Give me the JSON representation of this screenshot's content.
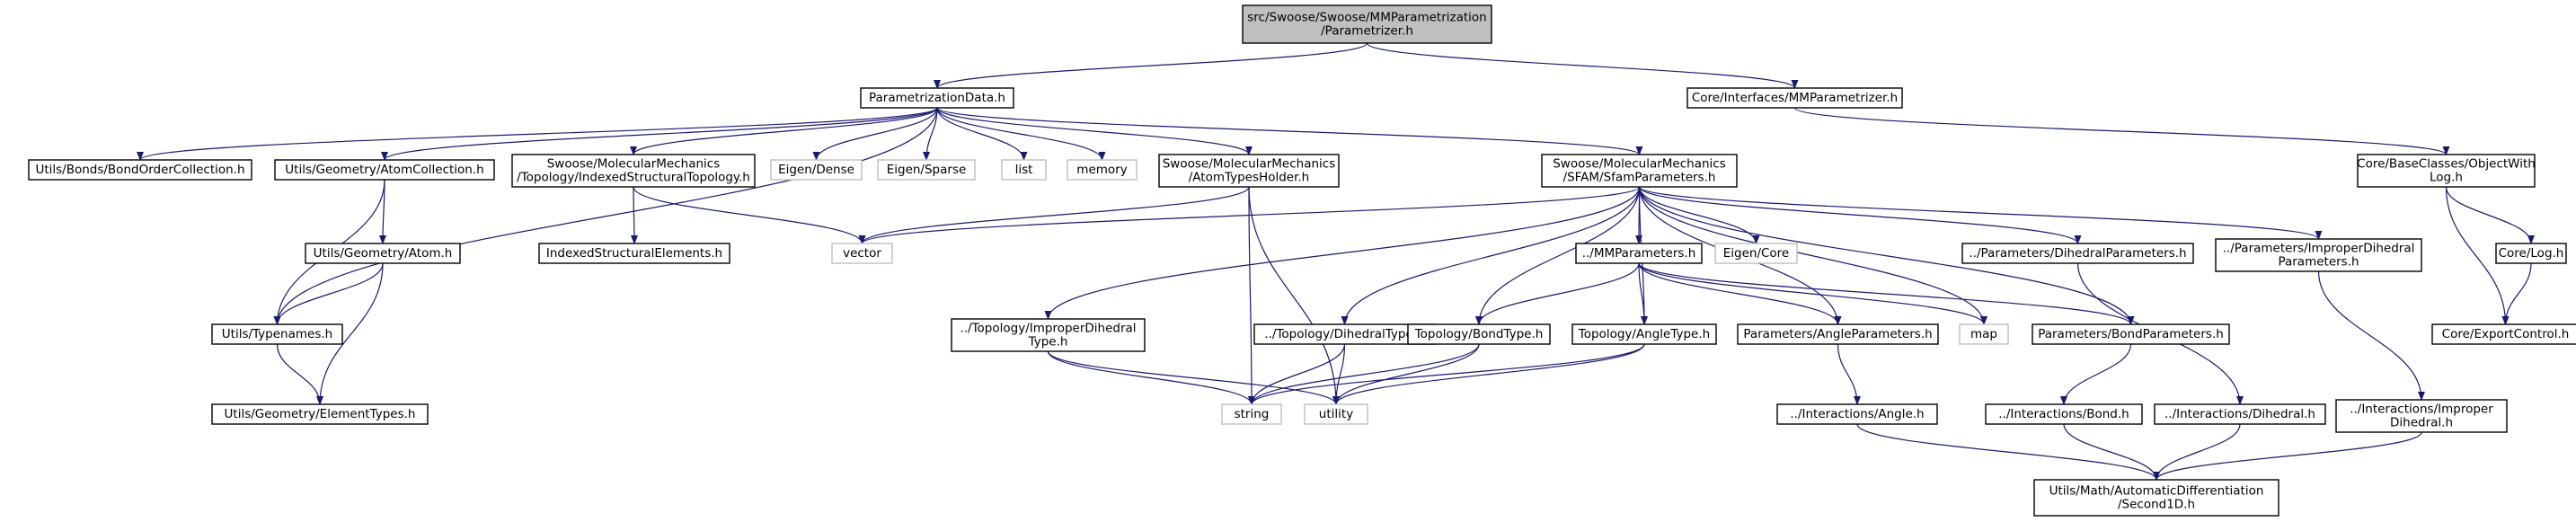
{
  "colors": {
    "edge": "#191970",
    "node_border": "#000000",
    "external_border": "#bfbfbf",
    "root_fill": "#bfbfbf",
    "node_fill": "#ffffff"
  },
  "nodes": [
    {
      "id": "root",
      "lines": [
        "src/Swoose/Swoose/MMParametrization",
        "/Parametrizer.h"
      ],
      "style": "root"
    },
    {
      "id": "pdata",
      "lines": [
        "ParametrizationData.h"
      ],
      "style": "normal"
    },
    {
      "id": "mmparam",
      "lines": [
        "Core/Interfaces/MMParametrizer.h"
      ],
      "style": "normal"
    },
    {
      "id": "bondorder",
      "lines": [
        "Utils/Bonds/BondOrderCollection.h"
      ],
      "style": "normal"
    },
    {
      "id": "atomcoll",
      "lines": [
        "Utils/Geometry/AtomCollection.h"
      ],
      "style": "normal"
    },
    {
      "id": "indexedtopo",
      "lines": [
        "Swoose/MolecularMechanics",
        "/Topology/IndexedStructuralTopology.h"
      ],
      "style": "normal"
    },
    {
      "id": "eigendense",
      "lines": [
        "Eigen/Dense"
      ],
      "style": "external"
    },
    {
      "id": "eigensparse",
      "lines": [
        "Eigen/Sparse"
      ],
      "style": "external"
    },
    {
      "id": "list",
      "lines": [
        "list"
      ],
      "style": "external"
    },
    {
      "id": "memory",
      "lines": [
        "memory"
      ],
      "style": "external"
    },
    {
      "id": "atomtypes",
      "lines": [
        "Swoose/MolecularMechanics",
        "/AtomTypesHolder.h"
      ],
      "style": "normal"
    },
    {
      "id": "sfam",
      "lines": [
        "Swoose/MolecularMechanics",
        "/SFAM/SfamParameters.h"
      ],
      "style": "normal"
    },
    {
      "id": "objwithlog",
      "lines": [
        "Core/BaseClasses/ObjectWith",
        "Log.h"
      ],
      "style": "normal"
    },
    {
      "id": "atom",
      "lines": [
        "Utils/Geometry/Atom.h"
      ],
      "style": "normal"
    },
    {
      "id": "indexedelems",
      "lines": [
        "IndexedStructuralElements.h"
      ],
      "style": "normal"
    },
    {
      "id": "vector",
      "lines": [
        "vector"
      ],
      "style": "external"
    },
    {
      "id": "mmparams",
      "lines": [
        "../MMParameters.h"
      ],
      "style": "normal"
    },
    {
      "id": "eigencore",
      "lines": [
        "Eigen/Core"
      ],
      "style": "external"
    },
    {
      "id": "dihedralparams",
      "lines": [
        "../Parameters/DihedralParameters.h"
      ],
      "style": "normal"
    },
    {
      "id": "improperparams",
      "lines": [
        "../Parameters/ImproperDihedral",
        "Parameters.h"
      ],
      "style": "normal"
    },
    {
      "id": "corelog",
      "lines": [
        "Core/Log.h"
      ],
      "style": "normal"
    },
    {
      "id": "typenames",
      "lines": [
        "Utils/Typenames.h"
      ],
      "style": "normal"
    },
    {
      "id": "improperdtype",
      "lines": [
        "../Topology/ImproperDihedral",
        "Type.h"
      ],
      "style": "normal"
    },
    {
      "id": "dihedraltype",
      "lines": [
        "../Topology/DihedralType.h"
      ],
      "style": "normal"
    },
    {
      "id": "bondtype",
      "lines": [
        "Topology/BondType.h"
      ],
      "style": "normal"
    },
    {
      "id": "angletype",
      "lines": [
        "Topology/AngleType.h"
      ],
      "style": "normal"
    },
    {
      "id": "angleparams",
      "lines": [
        "Parameters/AngleParameters.h"
      ],
      "style": "normal"
    },
    {
      "id": "map",
      "lines": [
        "map"
      ],
      "style": "external"
    },
    {
      "id": "bondparams",
      "lines": [
        "Parameters/BondParameters.h"
      ],
      "style": "normal"
    },
    {
      "id": "exportctrl",
      "lines": [
        "Core/ExportControl.h"
      ],
      "style": "normal"
    },
    {
      "id": "elementtypes",
      "lines": [
        "Utils/Geometry/ElementTypes.h"
      ],
      "style": "normal"
    },
    {
      "id": "string",
      "lines": [
        "string"
      ],
      "style": "external"
    },
    {
      "id": "utility",
      "lines": [
        "utility"
      ],
      "style": "external"
    },
    {
      "id": "angleinter",
      "lines": [
        "../Interactions/Angle.h"
      ],
      "style": "normal"
    },
    {
      "id": "bondinter",
      "lines": [
        "../Interactions/Bond.h"
      ],
      "style": "normal"
    },
    {
      "id": "dihedralinter",
      "lines": [
        "../Interactions/Dihedral.h"
      ],
      "style": "normal"
    },
    {
      "id": "improperinter",
      "lines": [
        "../Interactions/Improper",
        "Dihedral.h"
      ],
      "style": "normal"
    },
    {
      "id": "second1d",
      "lines": [
        "Utils/Math/AutomaticDifferentiation",
        "/Second1D.h"
      ],
      "style": "normal"
    }
  ],
  "edges": [
    [
      "root",
      "pdata"
    ],
    [
      "root",
      "mmparam"
    ],
    [
      "pdata",
      "bondorder"
    ],
    [
      "pdata",
      "atomcoll"
    ],
    [
      "pdata",
      "indexedtopo"
    ],
    [
      "pdata",
      "eigendense"
    ],
    [
      "pdata",
      "eigensparse"
    ],
    [
      "pdata",
      "list"
    ],
    [
      "pdata",
      "memory"
    ],
    [
      "pdata",
      "atomtypes"
    ],
    [
      "pdata",
      "sfam"
    ],
    [
      "pdata",
      "typenames"
    ],
    [
      "mmparam",
      "objwithlog"
    ],
    [
      "atomcoll",
      "atom"
    ],
    [
      "atomcoll",
      "typenames"
    ],
    [
      "indexedtopo",
      "indexedelems"
    ],
    [
      "indexedtopo",
      "vector"
    ],
    [
      "atomtypes",
      "vector"
    ],
    [
      "atomtypes",
      "string"
    ],
    [
      "atomtypes",
      "utility"
    ],
    [
      "sfam",
      "vector"
    ],
    [
      "sfam",
      "mmparams"
    ],
    [
      "sfam",
      "eigencore"
    ],
    [
      "sfam",
      "dihedralparams"
    ],
    [
      "sfam",
      "improperparams"
    ],
    [
      "sfam",
      "improperdtype"
    ],
    [
      "sfam",
      "dihedraltype"
    ],
    [
      "sfam",
      "bondtype"
    ],
    [
      "sfam",
      "angletype"
    ],
    [
      "sfam",
      "angleparams"
    ],
    [
      "sfam",
      "map"
    ],
    [
      "sfam",
      "bondparams"
    ],
    [
      "objwithlog",
      "corelog"
    ],
    [
      "objwithlog",
      "exportctrl"
    ],
    [
      "corelog",
      "exportctrl"
    ],
    [
      "atom",
      "typenames"
    ],
    [
      "atom",
      "elementtypes"
    ],
    [
      "typenames",
      "elementtypes"
    ],
    [
      "mmparams",
      "bondtype"
    ],
    [
      "mmparams",
      "angletype"
    ],
    [
      "mmparams",
      "angleparams"
    ],
    [
      "mmparams",
      "map"
    ],
    [
      "mmparams",
      "bondparams"
    ],
    [
      "dihedralparams",
      "dihedralinter"
    ],
    [
      "improperparams",
      "improperinter"
    ],
    [
      "improperdtype",
      "string"
    ],
    [
      "improperdtype",
      "utility"
    ],
    [
      "dihedraltype",
      "string"
    ],
    [
      "dihedraltype",
      "utility"
    ],
    [
      "bondtype",
      "string"
    ],
    [
      "bondtype",
      "utility"
    ],
    [
      "angletype",
      "string"
    ],
    [
      "angletype",
      "utility"
    ],
    [
      "angleparams",
      "angleinter"
    ],
    [
      "bondparams",
      "bondinter"
    ],
    [
      "angleinter",
      "second1d"
    ],
    [
      "bondinter",
      "second1d"
    ],
    [
      "dihedralinter",
      "second1d"
    ],
    [
      "improperinter",
      "second1d"
    ]
  ]
}
